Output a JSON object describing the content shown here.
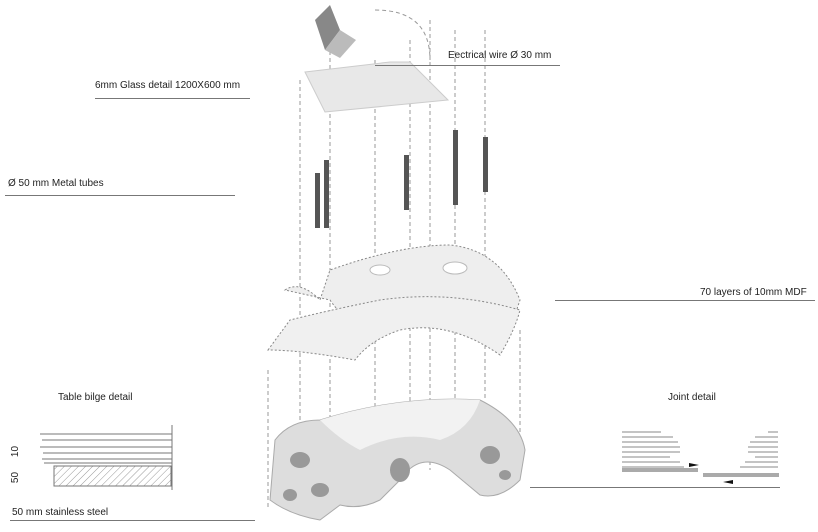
{
  "labels": {
    "glass": "6mm Glass detail 1200X600 mm",
    "wire": "Eectrical  wire Ø 30 mm",
    "tubes": "Ø 50 mm Metal tubes",
    "mdf": "70 layers of 10mm MDF",
    "bilge_title": "Table bilge detail",
    "dim_10": "10",
    "dim_50": "50",
    "steel": "50 mm stainless steel",
    "joint_title": "Joint detail"
  }
}
